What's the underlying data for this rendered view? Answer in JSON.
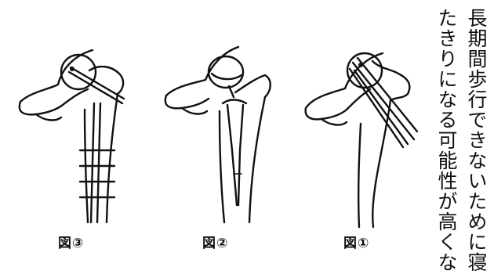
{
  "text_column": {
    "line1": "長期間歩行できないために寝",
    "line2": "たきりになる可能性が高くな"
  },
  "figures": [
    {
      "id": "fig1",
      "caption": "図①"
    },
    {
      "id": "fig2",
      "caption": "図②"
    },
    {
      "id": "fig3",
      "caption": "図③"
    }
  ]
}
